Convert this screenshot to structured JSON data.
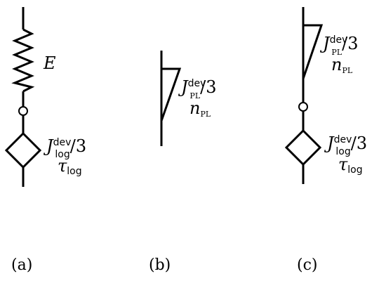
{
  "panels": [
    {
      "caption": "(a)",
      "spring_label": "E",
      "element_label_1": {
        "base": "J",
        "sup": "dev",
        "sub": "log",
        "tail": "/3"
      },
      "element_label_2": {
        "base": "τ",
        "sub": "log"
      }
    },
    {
      "caption": "(b)",
      "element_label_1": {
        "base": "J",
        "sup": "dev",
        "sub": "PL",
        "tail": "/3"
      },
      "element_label_2": {
        "base": "n",
        "sub": "PL"
      }
    },
    {
      "caption": "(c)",
      "element_label_1": {
        "base": "J",
        "sup": "dev",
        "sub": "PL",
        "tail": "/3"
      },
      "element_label_2": {
        "base": "n",
        "sub": "PL"
      },
      "element_label_3": {
        "base": "J",
        "sup": "dev",
        "sub": "log",
        "tail": "/3"
      },
      "element_label_4": {
        "base": "τ",
        "sub": "log"
      }
    }
  ]
}
